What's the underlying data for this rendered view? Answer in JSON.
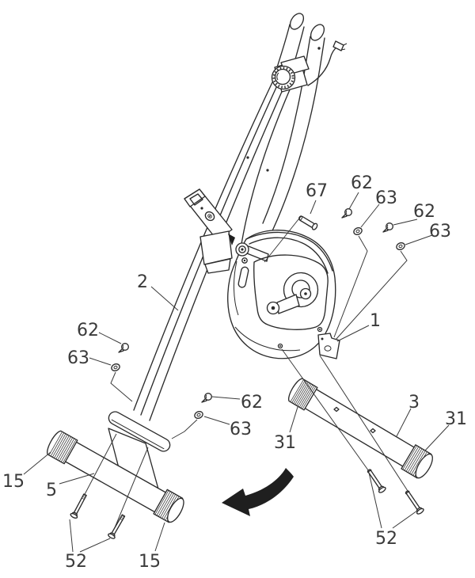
{
  "page": {
    "background_color": "#ffffff",
    "line_color": "#2b2b2b",
    "label_text_color": "#3a3a3a",
    "arrow_color": "#1f1f1f"
  },
  "diagram": {
    "type": "exploded-assembly-line-drawing",
    "labels": [
      {
        "id": "part-2",
        "text": "2"
      },
      {
        "id": "part-67",
        "text": "67"
      },
      {
        "id": "part-62-a",
        "text": "62"
      },
      {
        "id": "part-63-a",
        "text": "63"
      },
      {
        "id": "part-62-b",
        "text": "62"
      },
      {
        "id": "part-63-b",
        "text": "63"
      },
      {
        "id": "part-1",
        "text": "1"
      },
      {
        "id": "part-62-left",
        "text": "62"
      },
      {
        "id": "part-63-left",
        "text": "63"
      },
      {
        "id": "part-62-right",
        "text": "62"
      },
      {
        "id": "part-63-right",
        "text": "63"
      },
      {
        "id": "part-3",
        "text": "3"
      },
      {
        "id": "part-31-left",
        "text": "31"
      },
      {
        "id": "part-31-right",
        "text": "31"
      },
      {
        "id": "part-15-left",
        "text": "15"
      },
      {
        "id": "part-5",
        "text": "5"
      },
      {
        "id": "part-52-front",
        "text": "52"
      },
      {
        "id": "part-15-right",
        "text": "15"
      },
      {
        "id": "part-52-rear",
        "text": "52"
      }
    ]
  }
}
